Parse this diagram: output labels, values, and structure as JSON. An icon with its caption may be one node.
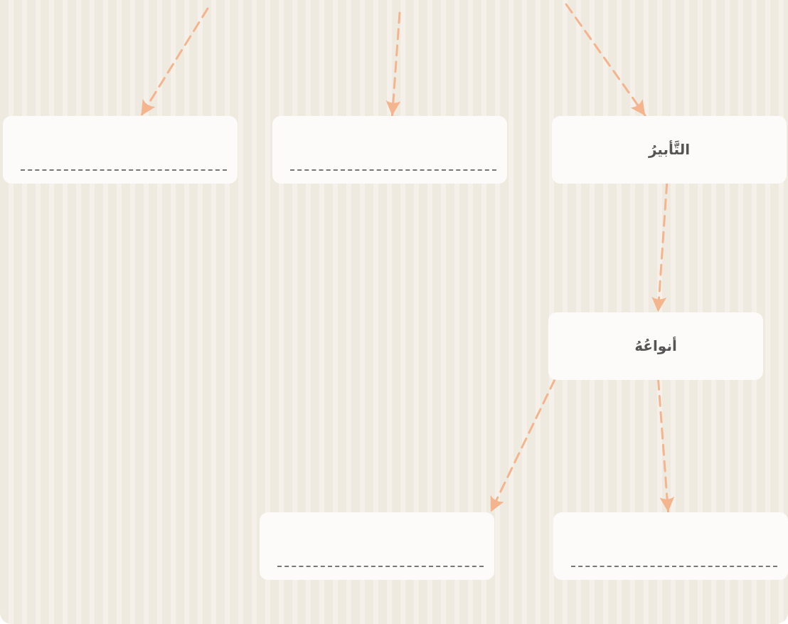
{
  "diagram": {
    "nodes": [
      {
        "text": [
          "التَّأبيرُ"
        ]
      },
      {
        "text": [],
        "shape": "box"
      },
      {
        "text": [],
        "shape": "box"
      },
      {
        "text": [
          "أنواعُهُ"
        ]
      },
      {
        "text": [],
        "shape": "box"
      },
      {
        "text": [],
        "shape": "box"
      }
    ],
    "edges": [
      {
        "from": null,
        "to": 0,
        "arrow": "to",
        "style": "dashed"
      },
      {
        "from": null,
        "to": 1,
        "arrow": "to",
        "style": "dashed"
      },
      {
        "from": null,
        "to": 2,
        "arrow": "to",
        "style": "dashed"
      },
      {
        "from": 0,
        "to": 3,
        "arrow": "to",
        "style": "dashed"
      },
      {
        "from": 3,
        "to": 4,
        "arrow": "to",
        "style": "dashed"
      },
      {
        "from": 3,
        "to": 5,
        "arrow": "to",
        "style": "dashed"
      }
    ]
  }
}
